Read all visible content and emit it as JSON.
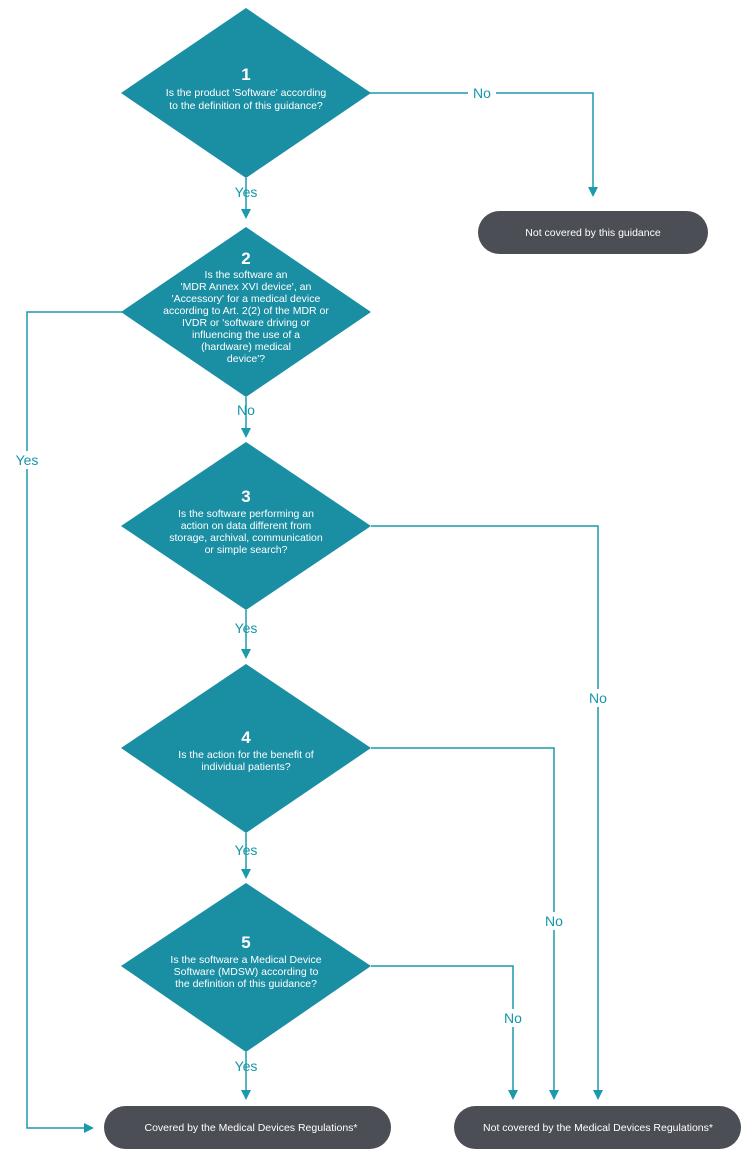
{
  "colors": {
    "diamond": "#1a8ea3",
    "pill": "#4b4e55",
    "arrow": "#1a9aab",
    "label": "#1597a8",
    "text": "#ffffff"
  },
  "questions": [
    {
      "number": "1",
      "lines": [
        "Is the product 'Software' according",
        "to the definition of this guidance?"
      ]
    },
    {
      "number": "2",
      "lines": [
        "Is the software an",
        "'MDR Annex XVI device', an",
        "'Accessory' for a medical device",
        "according to Art. 2(2) of the MDR or",
        "IVDR or 'software driving or",
        "influencing the use of a",
        "(hardware) medical",
        "device'?"
      ]
    },
    {
      "number": "3",
      "lines": [
        "Is the software performing an",
        "action on data different from",
        "storage, archival, communication",
        "or simple search?"
      ]
    },
    {
      "number": "4",
      "lines": [
        "Is the action for the benefit of",
        "individual patients?"
      ]
    },
    {
      "number": "5",
      "lines": [
        "Is the software a Medical Device",
        "Software (MDSW) according to",
        "the definition of this guidance?"
      ]
    }
  ],
  "outcomes": {
    "not_covered_guidance": "Not covered by this guidance",
    "covered_mdr": "Covered by the Medical Devices Regulations*",
    "not_covered_mdr": "Not covered by the Medical Devices Regulations*"
  },
  "edge_labels": {
    "q1_no": "No",
    "q1_yes": "Yes",
    "q2_no": "No",
    "q2_yes": "Yes",
    "q3_yes": "Yes",
    "q3_no": "No",
    "q4_yes": "Yes",
    "q4_no": "No",
    "q5_yes": "Yes",
    "q5_no": "No"
  }
}
